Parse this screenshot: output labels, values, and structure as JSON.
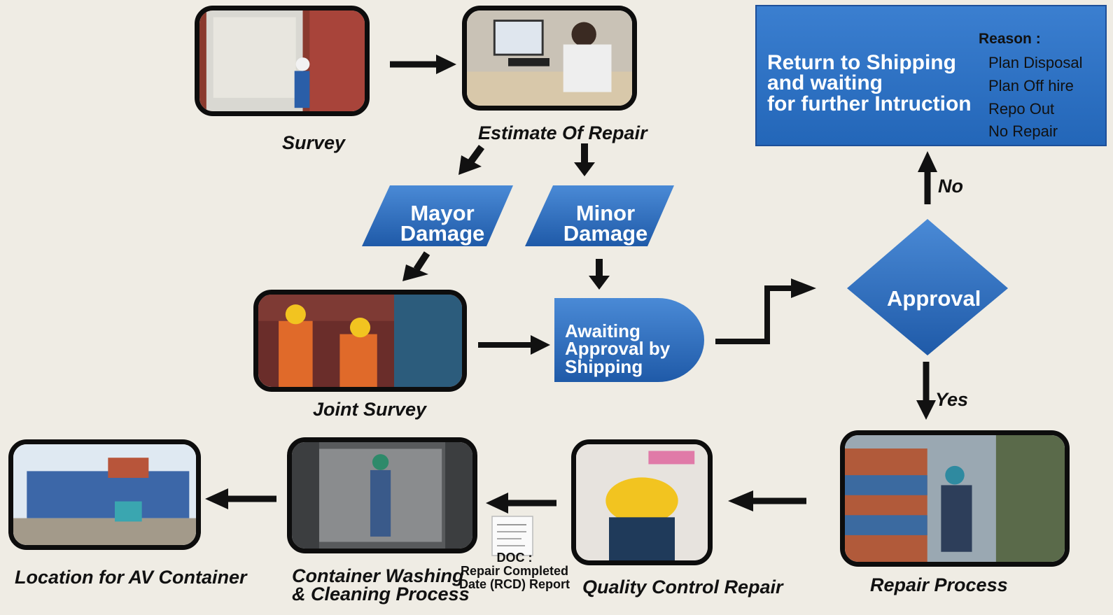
{
  "photos": {
    "survey_caption": "Survey",
    "estimate_caption": "Estimate Of Repair",
    "joint_survey_caption": "Joint Survey",
    "repair_process_caption": "Repair Process",
    "quality_control_caption": "Quality Control Repair",
    "washing_caption_line1": "Container Washing",
    "washing_caption_line2": "& Cleaning Process",
    "location_caption": "Location for AV Container"
  },
  "damage": {
    "mayor_line1": "Mayor",
    "mayor_line2": "Damage",
    "minor_line1": "Minor",
    "minor_line2": "Damage"
  },
  "awaiting": {
    "line1": "Awaiting",
    "line2": "Approval by",
    "line3": "Shipping"
  },
  "approval": {
    "label": "Approval",
    "no_label": "No",
    "yes_label": "Yes"
  },
  "return_box": {
    "line1": "Return to Shipping",
    "line2": "and waiting",
    "line3": "for further Intruction",
    "reason_title": "Reason :",
    "reasons": [
      "Plan Disposal",
      "Plan Off hire",
      "Repo Out",
      "No Repair"
    ]
  },
  "doc": {
    "line1": "DOC :",
    "line2": "Repair Completed",
    "line3": "Date (RCD) Report"
  },
  "colors": {
    "shape_blue": "#2f6fbf",
    "shape_blue_dark": "#1d4f99",
    "arrow": "#111111",
    "background": "#efece4"
  }
}
